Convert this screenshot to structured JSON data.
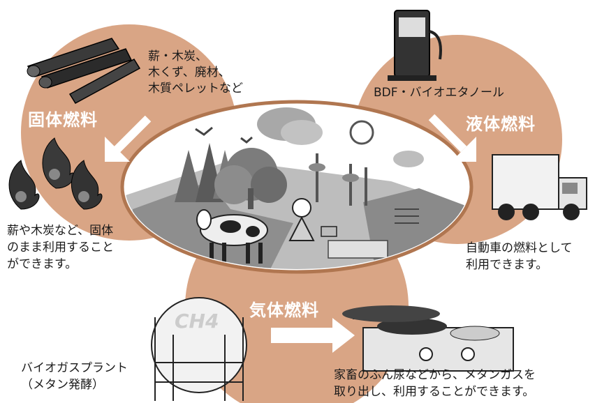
{
  "categories": {
    "solid": "固体燃料",
    "liquid": "液体燃料",
    "gas": "気体燃料"
  },
  "solid_examples": [
    "薪・木炭、",
    "木くず、廃材、",
    "木質ペレットなど"
  ],
  "solid_use": [
    "薪や木炭など、固体",
    "のまま利用すること",
    "ができます。"
  ],
  "liquid_examples": "BDF・バイオエタノール",
  "liquid_use": [
    "自動車の燃料として",
    "利用できます。"
  ],
  "gas_tank_label": "CH4",
  "gas_plant": [
    "バイオガスプラント",
    "（メタン発酵）"
  ],
  "gas_use": [
    "家畜のふん尿などから、メタンガスを",
    "取り出し、利用することができます。"
  ],
  "colors": {
    "lobe": "#d9a585",
    "ellipse_border": "#b07650",
    "arrow": "#ffffff"
  }
}
